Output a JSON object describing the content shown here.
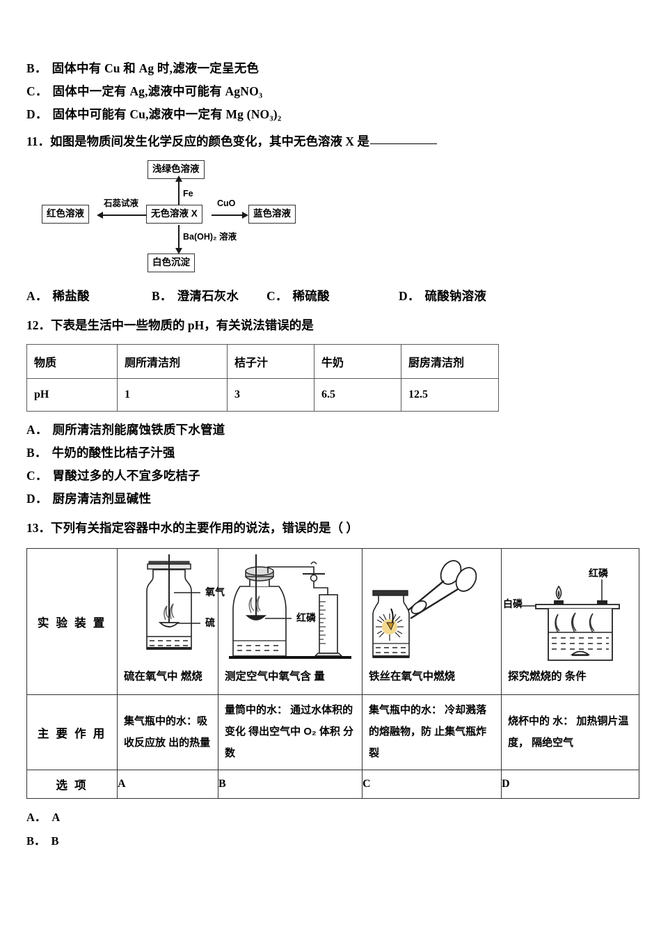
{
  "document": {
    "language": "zh-CN",
    "type": "chemistry-exam-paper"
  },
  "q10_options": [
    {
      "label": "B．",
      "text": "固体中有 Cu 和 Ag 时,滤液一定呈无色"
    },
    {
      "label": "C．",
      "text": "固体中一定有 Ag,滤液中可能有 AgNO₃"
    },
    {
      "label": "D．",
      "text": "固体中可能有 Cu,滤液中一定有 Mg (NO₃)₂"
    }
  ],
  "q11": {
    "number": "11．",
    "stem": "如图是物质间发生化学反应的颜色变化，其中无色溶液 X 是",
    "diagram": {
      "center_box": "无色溶液 X",
      "top_box": "浅绿色溶液",
      "left_box": "红色溶液",
      "right_box": "蓝色溶液",
      "bottom_box": "白色沉淀",
      "edge_top": "Fe",
      "edge_left": "石蕊试液",
      "edge_right": "CuO",
      "edge_bottom": "Ba(OH)₂ 溶液"
    },
    "options": [
      {
        "label": "A．",
        "text": "稀盐酸"
      },
      {
        "label": "B．",
        "text": "澄清石灰水"
      },
      {
        "label": "C．",
        "text": "稀硫酸"
      },
      {
        "label": "D．",
        "text": "硫酸钠溶液"
      }
    ]
  },
  "q12": {
    "number": "12．",
    "stem": "下表是生活中一些物质的 pH，有关说法错误的是",
    "table": {
      "row_labels": [
        "物质",
        "pH"
      ],
      "substances": [
        "厕所清洁剂",
        "桔子汁",
        "牛奶",
        "厨房清洁剂"
      ],
      "ph_values": [
        "1",
        "3",
        "6.5",
        "12.5"
      ]
    },
    "options": [
      {
        "label": "A．",
        "text": "厕所清洁剂能腐蚀铁质下水管道"
      },
      {
        "label": "B．",
        "text": "牛奶的酸性比桔子汁强"
      },
      {
        "label": "C．",
        "text": "胃酸过多的人不宜多吃桔子"
      },
      {
        "label": "D．",
        "text": "厨房清洁剂显碱性"
      }
    ]
  },
  "q13": {
    "number": "13．",
    "stem": "下列有关指定容器中水的主要作用的说法，错误的是（      ）",
    "table": {
      "row_head_apparatus": "实 验 装 置",
      "row_head_purpose": "主 要 作 用",
      "row_head_option": "选 项",
      "columns": [
        {
          "caption": "硫在氧气中 燃烧",
          "figure_labels": [
            "氧气",
            "硫"
          ],
          "purpose": "集气瓶中的水：吸收反应放 出的热量",
          "option": "A"
        },
        {
          "caption": "测定空气中氧气含 量",
          "figure_labels": [
            "红磷"
          ],
          "purpose": "量筒中的水： 通过水体积的变化 得出空气中 O₂ 体积 分数",
          "option": "B"
        },
        {
          "caption": "铁丝在氧气中燃烧",
          "figure_labels": [],
          "purpose": "集气瓶中的水： 冷却溅落的熔融物，防 止集气瓶炸裂",
          "option": "C"
        },
        {
          "caption": "探究燃烧的 条件",
          "figure_labels": [
            "白磷",
            "红磷"
          ],
          "purpose": "烧杯中的 水： 加热铜片温 度， 隔绝空气",
          "option": "D"
        }
      ]
    },
    "answers": [
      {
        "label": "A．",
        "text": "A"
      },
      {
        "label": "B．",
        "text": "B"
      }
    ]
  }
}
